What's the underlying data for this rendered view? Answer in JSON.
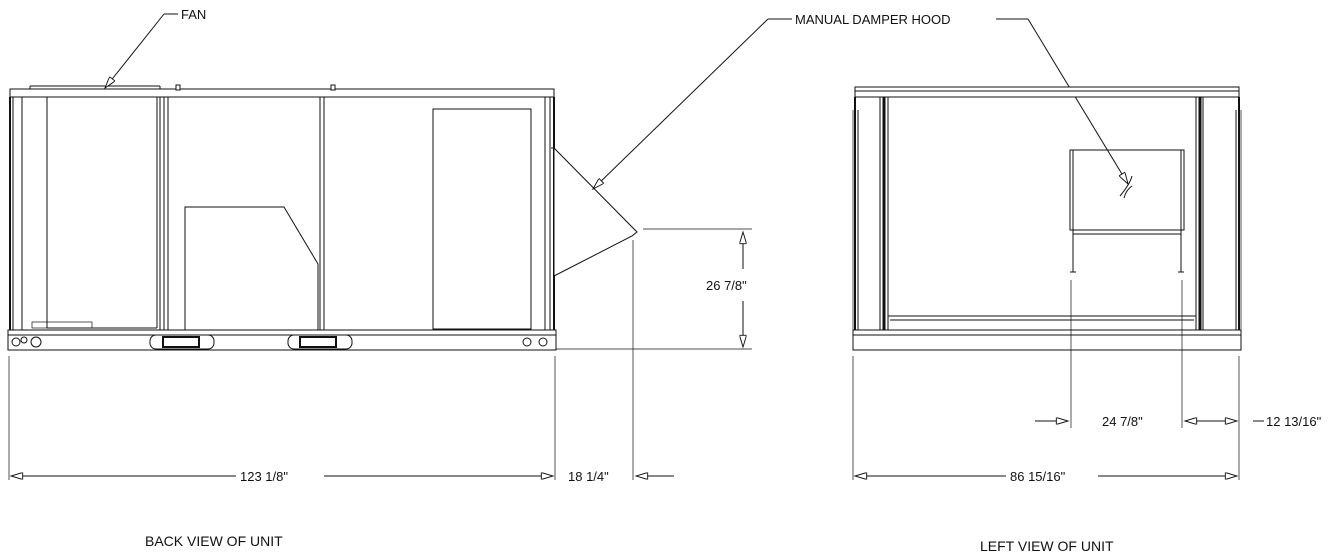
{
  "labels": {
    "fan": "FAN",
    "manual_damper_hood": "MANUAL DAMPER HOOD"
  },
  "dimensions": {
    "back_height": "26 7/8\"",
    "back_length": "123 1/8\"",
    "hood_projection": "18 1/4\"",
    "hood_width": "24 7/8\"",
    "hood_offset": "12 13/16\"",
    "left_width": "86 15/16\""
  },
  "captions": {
    "back_view": "BACK VIEW OF UNIT",
    "left_view": "LEFT VIEW OF UNIT"
  }
}
